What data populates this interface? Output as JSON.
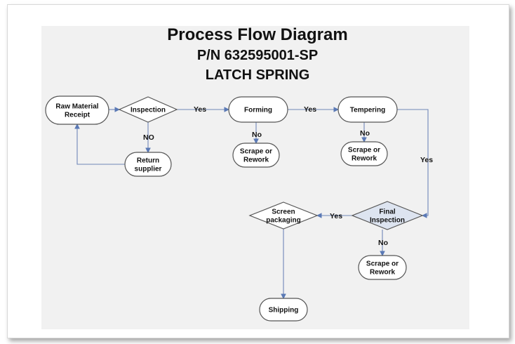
{
  "title": {
    "line1": "Process Flow Diagram",
    "line2": "P/N 632595001-SP",
    "line3": "LATCH SPRING"
  },
  "nodes": {
    "raw_material": [
      "Raw  Material",
      "Receipt"
    ],
    "inspection": [
      "Inspection"
    ],
    "forming": [
      "Forming"
    ],
    "tempering": [
      "Tempering"
    ],
    "return_supplier": [
      "Return",
      "supplier"
    ],
    "scrape_forming": [
      "Scrape or",
      "Rework"
    ],
    "scrape_tempering": [
      "Scrape or",
      "Rework"
    ],
    "final_inspection": [
      "Final",
      "Inspection"
    ],
    "screen_packaging": [
      "Screen",
      "packaging"
    ],
    "scrape_final": [
      "Scrape or",
      "Rework"
    ],
    "shipping": [
      "Shipping"
    ]
  },
  "edges": {
    "yes_inspection_forming": "Yes",
    "no_inspection_return": "NO",
    "yes_forming_tempering": "Yes",
    "no_forming_scrape": "No",
    "no_tempering_scrape": "No",
    "yes_tempering_final": "Yes",
    "yes_final_screen": "Yes",
    "no_final_scrape": "No"
  },
  "colors": {
    "stroke": "#555555",
    "node_fill": "#ffffff",
    "final_fill": "#dde4f0",
    "arrow": "#6f87b8"
  }
}
